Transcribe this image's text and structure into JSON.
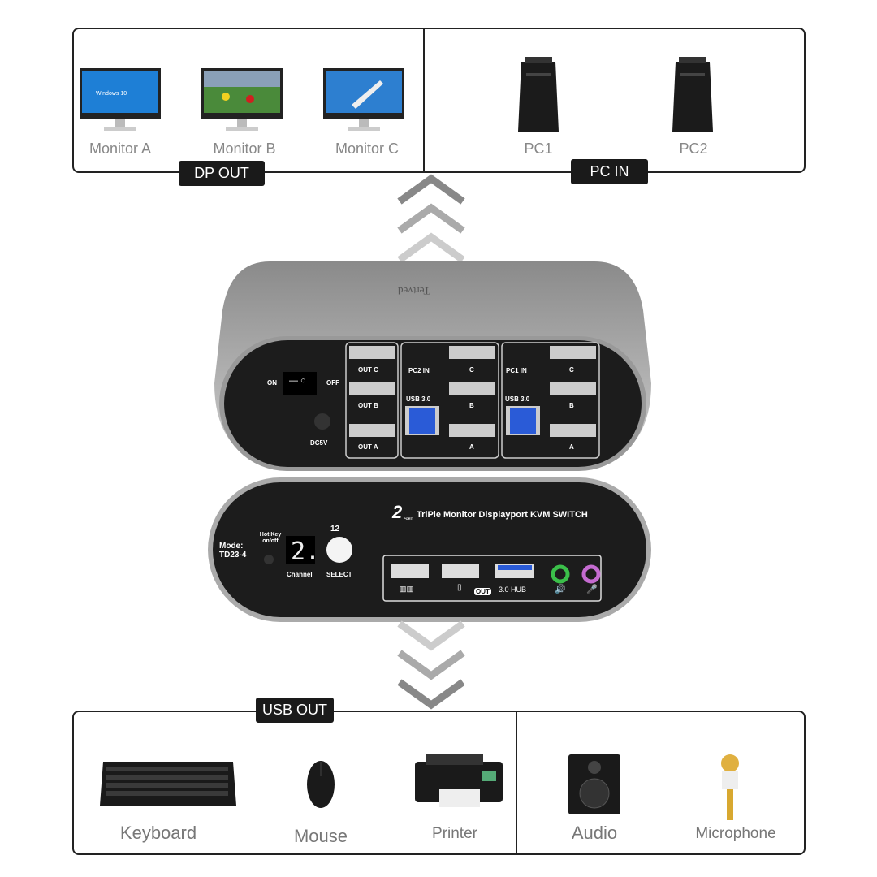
{
  "top": {
    "dp_out_label": "DP OUT",
    "pc_in_label": "PC IN",
    "monitors": [
      {
        "label": "Monitor A",
        "screen_text": "Windows 10"
      },
      {
        "label": "Monitor B"
      },
      {
        "label": "Monitor C"
      }
    ],
    "pcs": [
      {
        "label": "PC1"
      },
      {
        "label": "PC2"
      }
    ]
  },
  "device": {
    "brand": "Tertved",
    "back": {
      "on": "ON",
      "off": "OFF",
      "dc": "DC5V",
      "out_c": "OUT C",
      "out_b": "OUT B",
      "out_a": "OUT A",
      "pc2_in": "PC2 IN",
      "pc1_in": "PC1 IN",
      "usb30": "USB 3.0",
      "c": "C",
      "b": "B",
      "a": "A"
    },
    "front": {
      "mode": "Mode:",
      "model": "TD23-4",
      "hotkey": "Hot Key on/off",
      "channel_display": "2.",
      "channel": "Channel",
      "select": "SELECT",
      "select_nums": "12",
      "title_num": "2",
      "title_port": "PORT",
      "title": "TriPle Monitor Displayport KVM SWITCH",
      "out": "OUT",
      "hub": "3.0 HUB"
    }
  },
  "bottom": {
    "usb_out_label": "USB OUT",
    "items": [
      {
        "label": "Keyboard"
      },
      {
        "label": "Mouse"
      },
      {
        "label": "Printer"
      },
      {
        "label": "Audio"
      },
      {
        "label": "Microphone"
      }
    ]
  },
  "colors": {
    "badge": "#1a1a1a",
    "device": "#1c1c1c",
    "usb3": "#2a5bd7",
    "audio_out": "#3bbf4a",
    "mic": "#c46bd0"
  }
}
